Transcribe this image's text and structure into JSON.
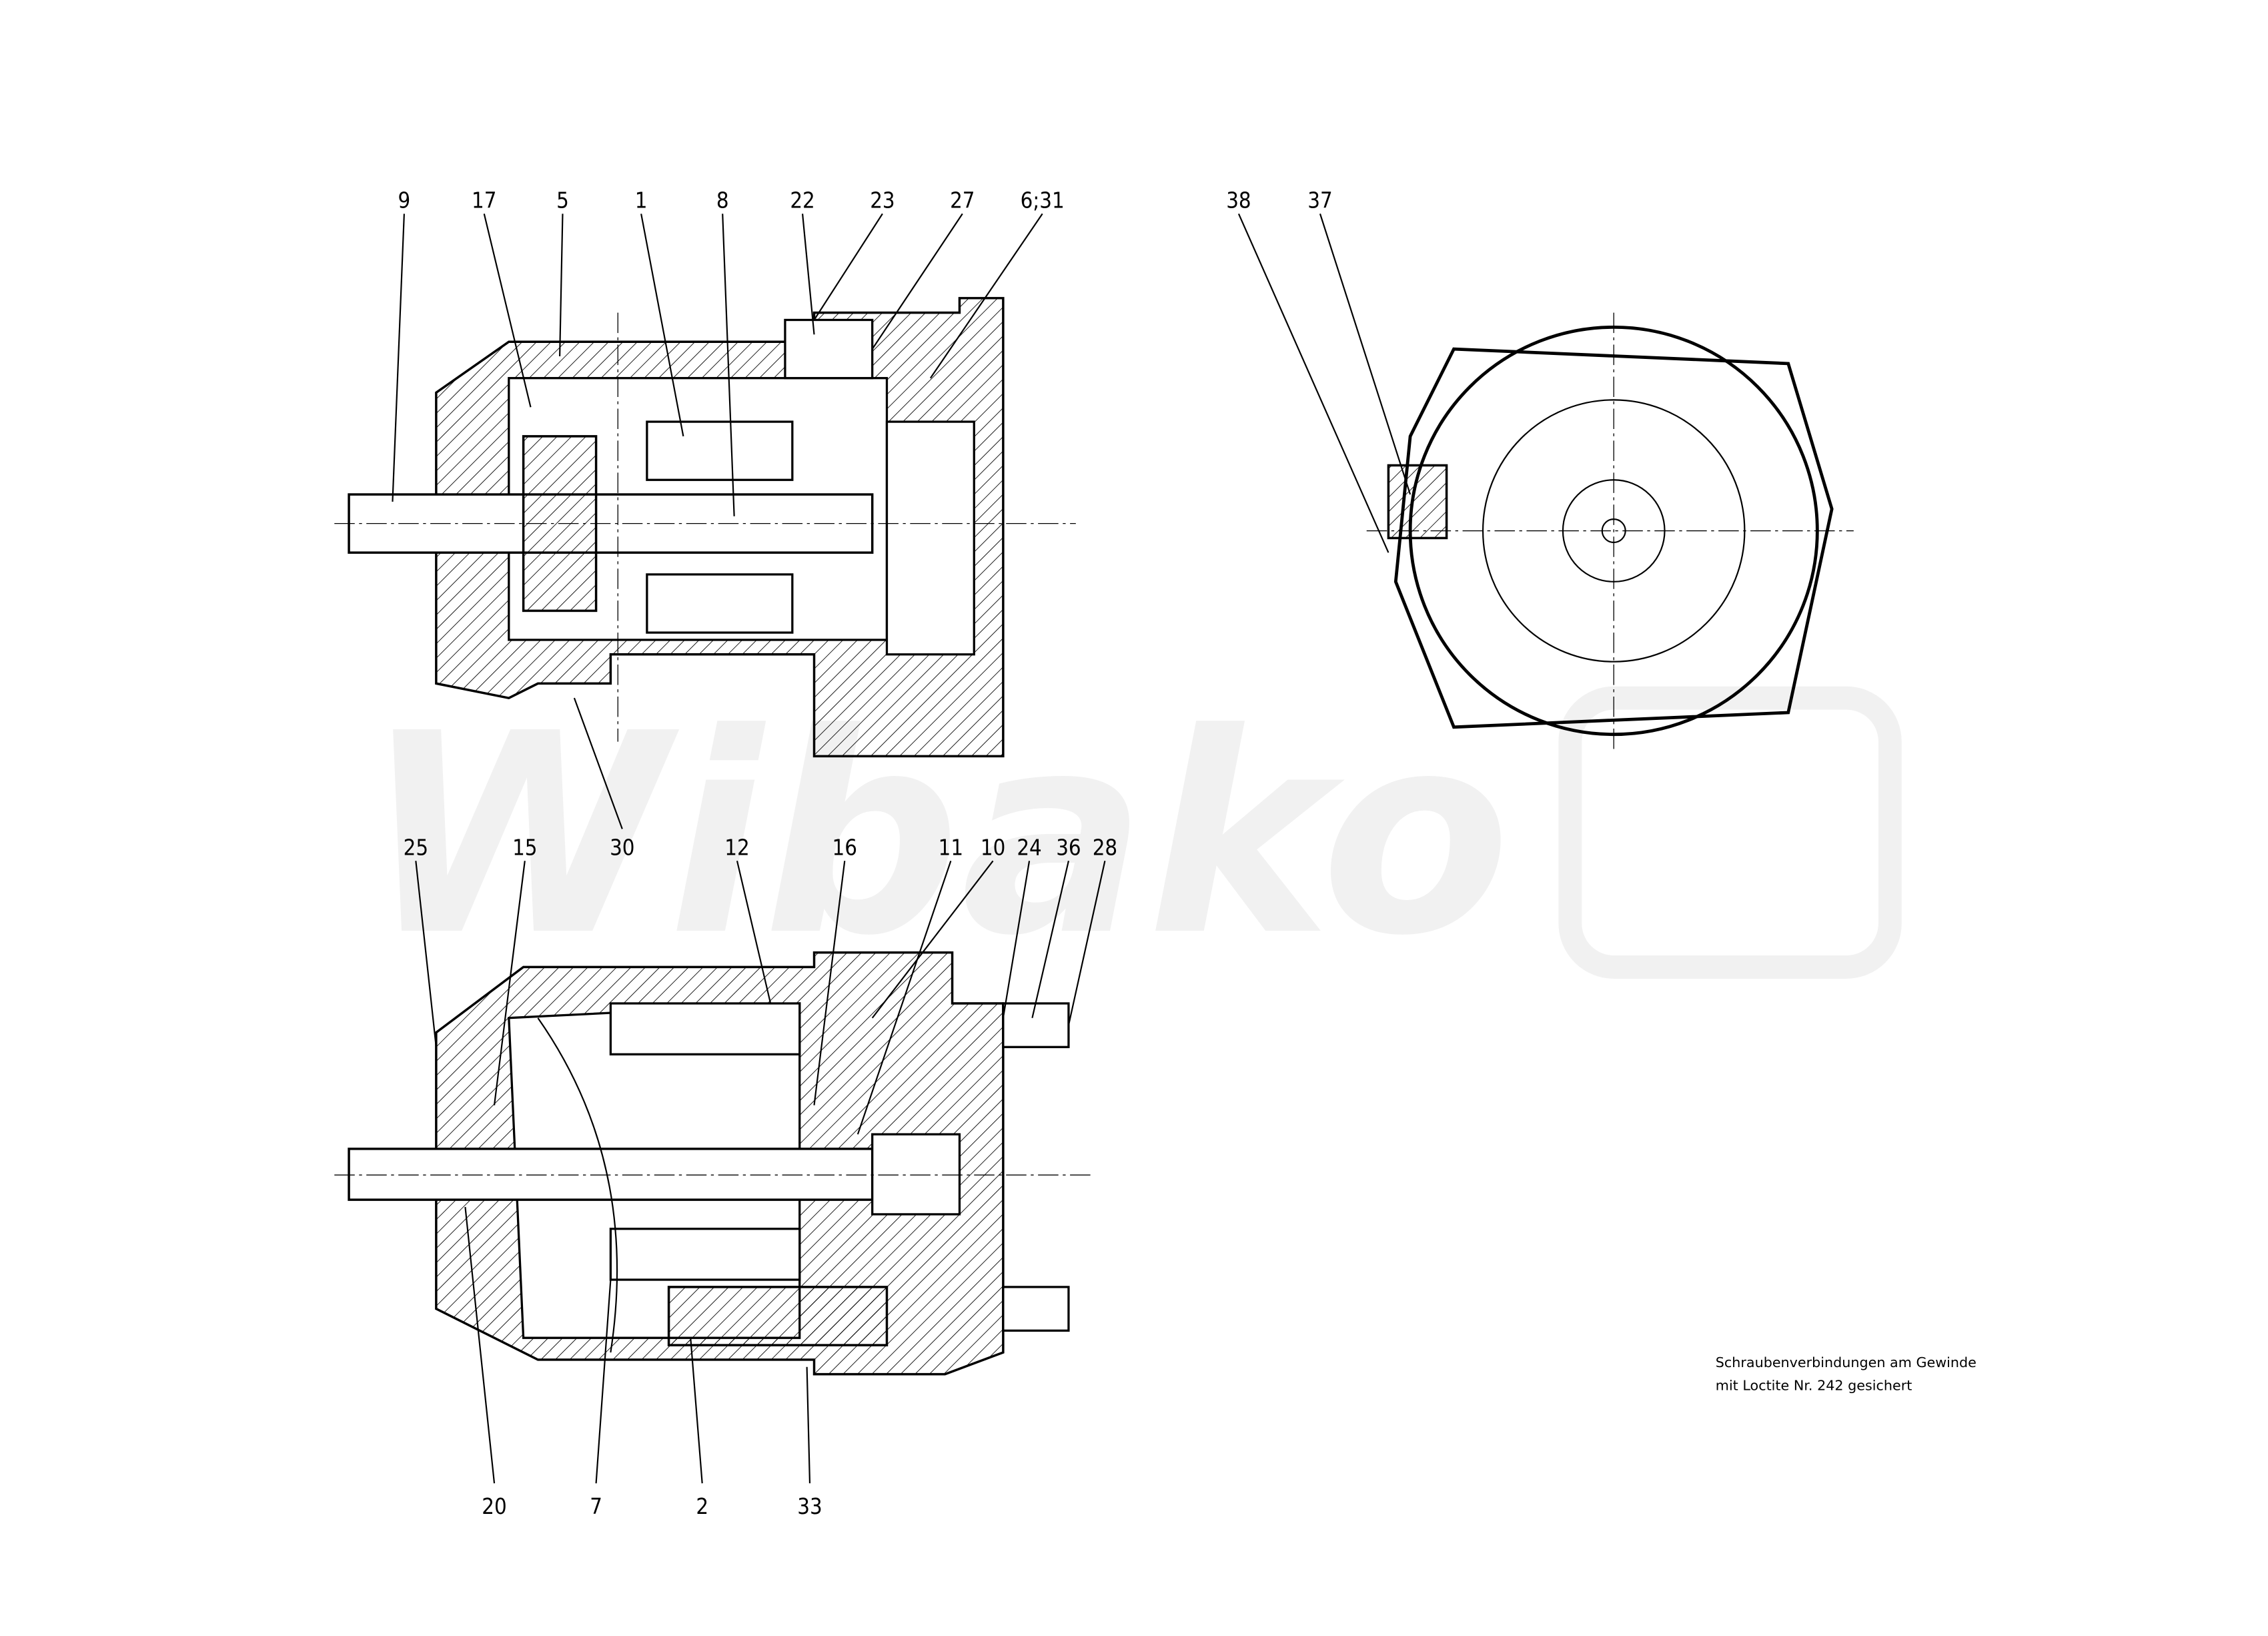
{
  "watermark": "Wibako",
  "top_view_labels": [
    "9",
    "17",
    "5",
    "1",
    "8",
    "22",
    "23",
    "27",
    "6;31"
  ],
  "end_view_labels": [
    "38",
    "37"
  ],
  "top_view_bottom_labels": [
    "30"
  ],
  "lower_view_top_labels": [
    "25",
    "15",
    "12",
    "16",
    "11",
    "10",
    "24",
    "36",
    "28"
  ],
  "lower_view_bottom_labels": [
    "20",
    "7",
    "2",
    "33"
  ],
  "note": {
    "line1": "Schraubenverbindungen am Gewinde",
    "line2": "mit Loctite Nr. 242 gesichert"
  }
}
